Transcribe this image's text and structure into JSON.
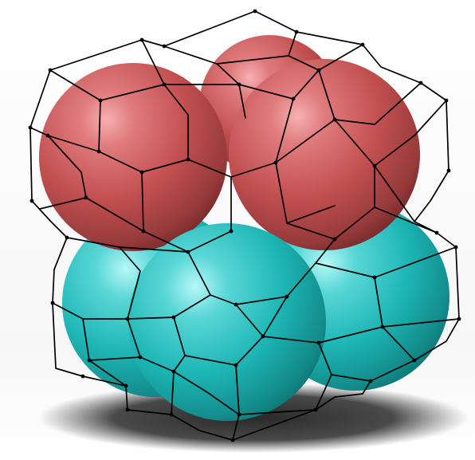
{
  "scene": {
    "background": "#ffffff",
    "shadow_color": "#1e1e1e",
    "edge_color": "#000000",
    "sphere_colors": {
      "red": "#c24f50",
      "red_highlight": "#f4a4a6",
      "red_shadow": "#6e2424",
      "cyan": "#1eb6b6",
      "cyan_highlight": "#a9f4f4",
      "cyan_shadow": "#0a6666"
    },
    "object_counts": {
      "red_spheres": 3,
      "cyan_spheres": 3,
      "wireframe_cells": 8
    }
  }
}
